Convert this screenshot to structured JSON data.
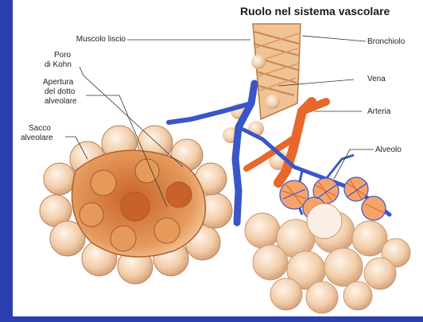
{
  "title": "Ruolo nel sistema vascolare",
  "labels": {
    "muscolo_liscio": "Muscolo liscio",
    "poro_di_kohn_1": "Poro",
    "poro_di_kohn_2": "di Kohn",
    "apertura_1": "Apertura",
    "apertura_2": "del dotto",
    "apertura_3": "alveolare",
    "sacco_1": "Sacco",
    "sacco_2": "alveolare",
    "bronchiolo": "Bronchiolo",
    "vena": "Vena",
    "arteria": "Arteria",
    "alveolo": "Alveolo"
  },
  "colors": {
    "frame_blue": "#2a3fb0",
    "alveolus_tan": "#f3cfae",
    "alveolus_orange": "#d9783e",
    "vein_blue": "#3a55c8",
    "artery_orange": "#e8672a"
  }
}
